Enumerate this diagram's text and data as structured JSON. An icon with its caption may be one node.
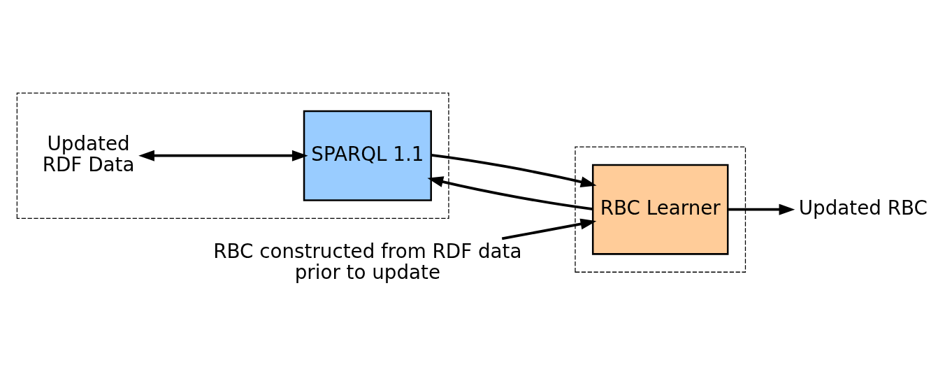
{
  "diagram": {
    "nodes": [
      {
        "text": [],
        "shape": "box"
      },
      {
        "text": [
          "Updated RDF Data"
        ],
        "in": 0
      },
      {
        "text": [
          "SPARQL 1.1"
        ],
        "in": 0
      },
      {
        "text": [],
        "shape": "box"
      },
      {
        "text": [
          "RBC Learner"
        ],
        "in": 3
      },
      {
        "text": [
          "RBC constructed from RDF data prior to update"
        ]
      },
      {
        "text": [
          "Updated RBC"
        ]
      }
    ],
    "edges": [
      {
        "from": 1,
        "to": 2,
        "arrow": "both"
      },
      {
        "from": 4,
        "to": 2,
        "arrow": "to"
      },
      {
        "from": 2,
        "to": 4,
        "arrow": "to"
      },
      {
        "from": 5,
        "to": 4,
        "arrow": "to"
      },
      {
        "from": 4,
        "to": 6,
        "arrow": "to"
      }
    ]
  }
}
